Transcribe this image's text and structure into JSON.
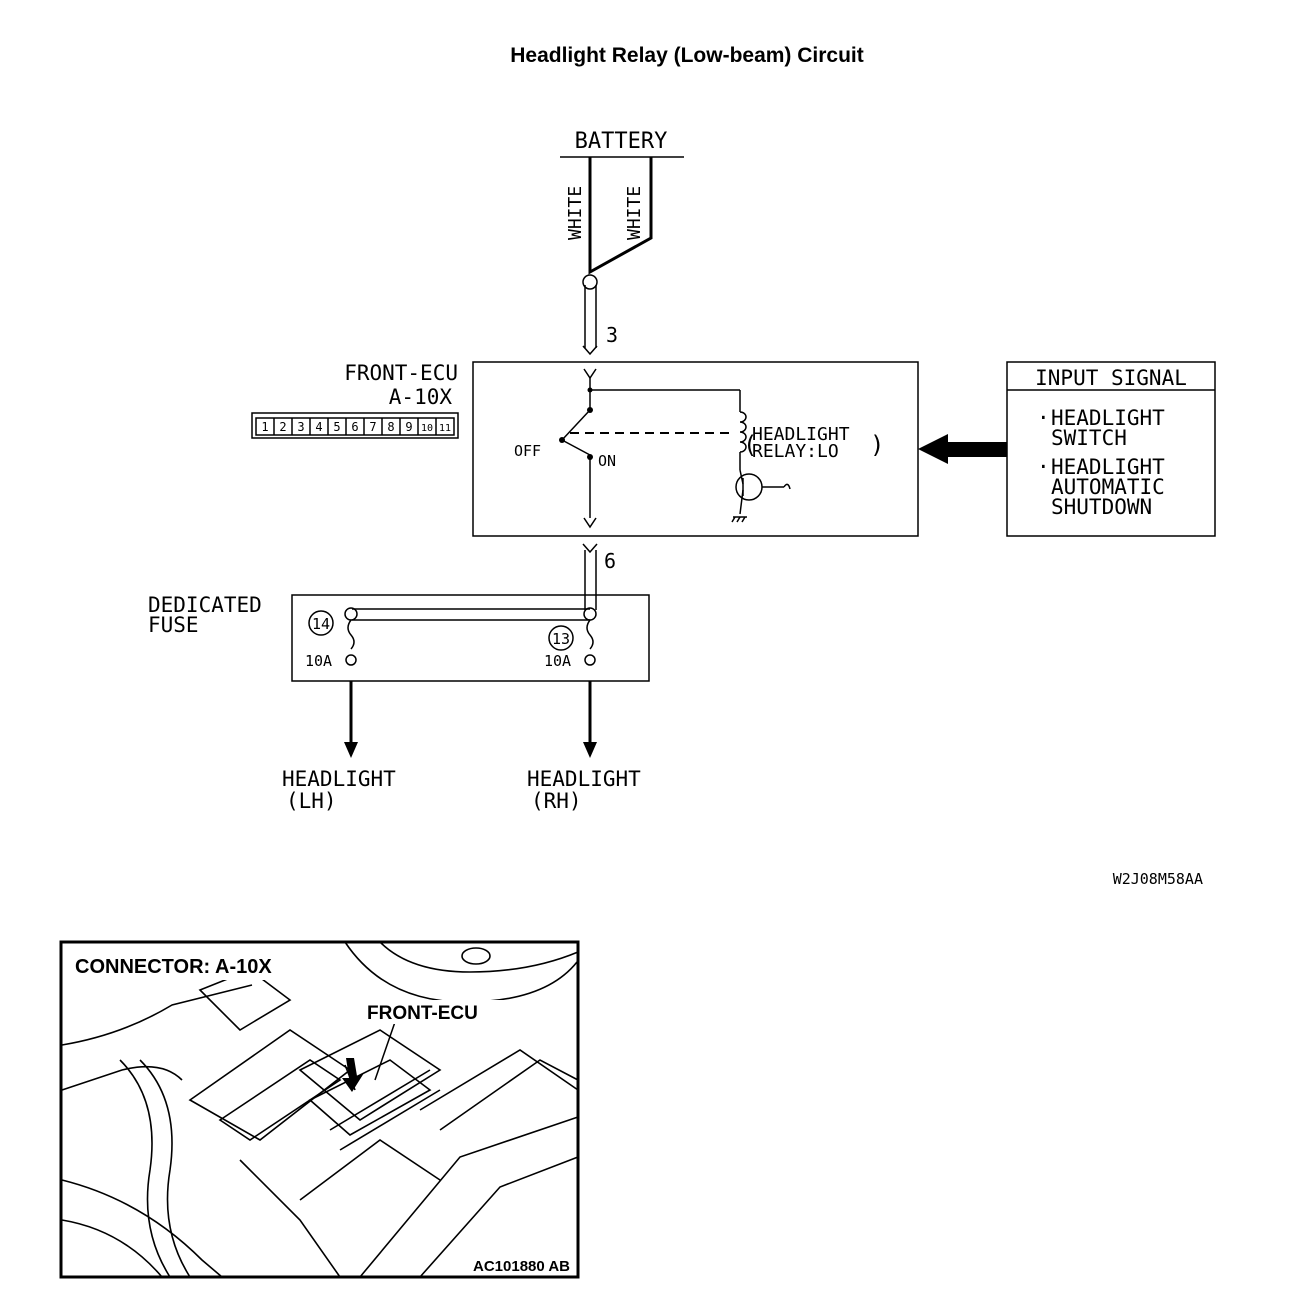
{
  "title": "Headlight Relay (Low-beam) Circuit",
  "battery": {
    "label": "BATTERY",
    "wire_left": "WHITE",
    "wire_right": "WHITE"
  },
  "wire_numbers": {
    "top": "3",
    "bottom": "6"
  },
  "ecu": {
    "name": "FRONT-ECU",
    "connector": "A-10X",
    "pins": [
      "1",
      "2",
      "3",
      "4",
      "5",
      "6",
      "7",
      "8",
      "9",
      "10",
      "11"
    ]
  },
  "relay": {
    "off_label": "OFF",
    "on_label": "ON",
    "label_line1": "HEADLIGHT",
    "label_line2": "RELAY:LO"
  },
  "input_signal": {
    "title": "INPUT SIGNAL",
    "item1_line1": "HEADLIGHT",
    "item1_line2": "SWITCH",
    "item2_line1": "HEADLIGHT",
    "item2_line2": "AUTOMATIC",
    "item2_line3": "SHUTDOWN"
  },
  "fuse": {
    "label_line1": "DEDICATED",
    "label_line2": "FUSE",
    "left_number": "14",
    "right_number": "13",
    "left_rating": "10A",
    "right_rating": "10A"
  },
  "outputs": {
    "left_line1": "HEADLIGHT",
    "left_line2": "(LH)",
    "right_line1": "HEADLIGHT",
    "right_line2": "(RH)"
  },
  "figure_code": "W2J08M58AA",
  "photo": {
    "connector_label": "CONNECTOR: A-10X",
    "ecu_label": "FRONT-ECU",
    "code": "AC101880 AB"
  }
}
